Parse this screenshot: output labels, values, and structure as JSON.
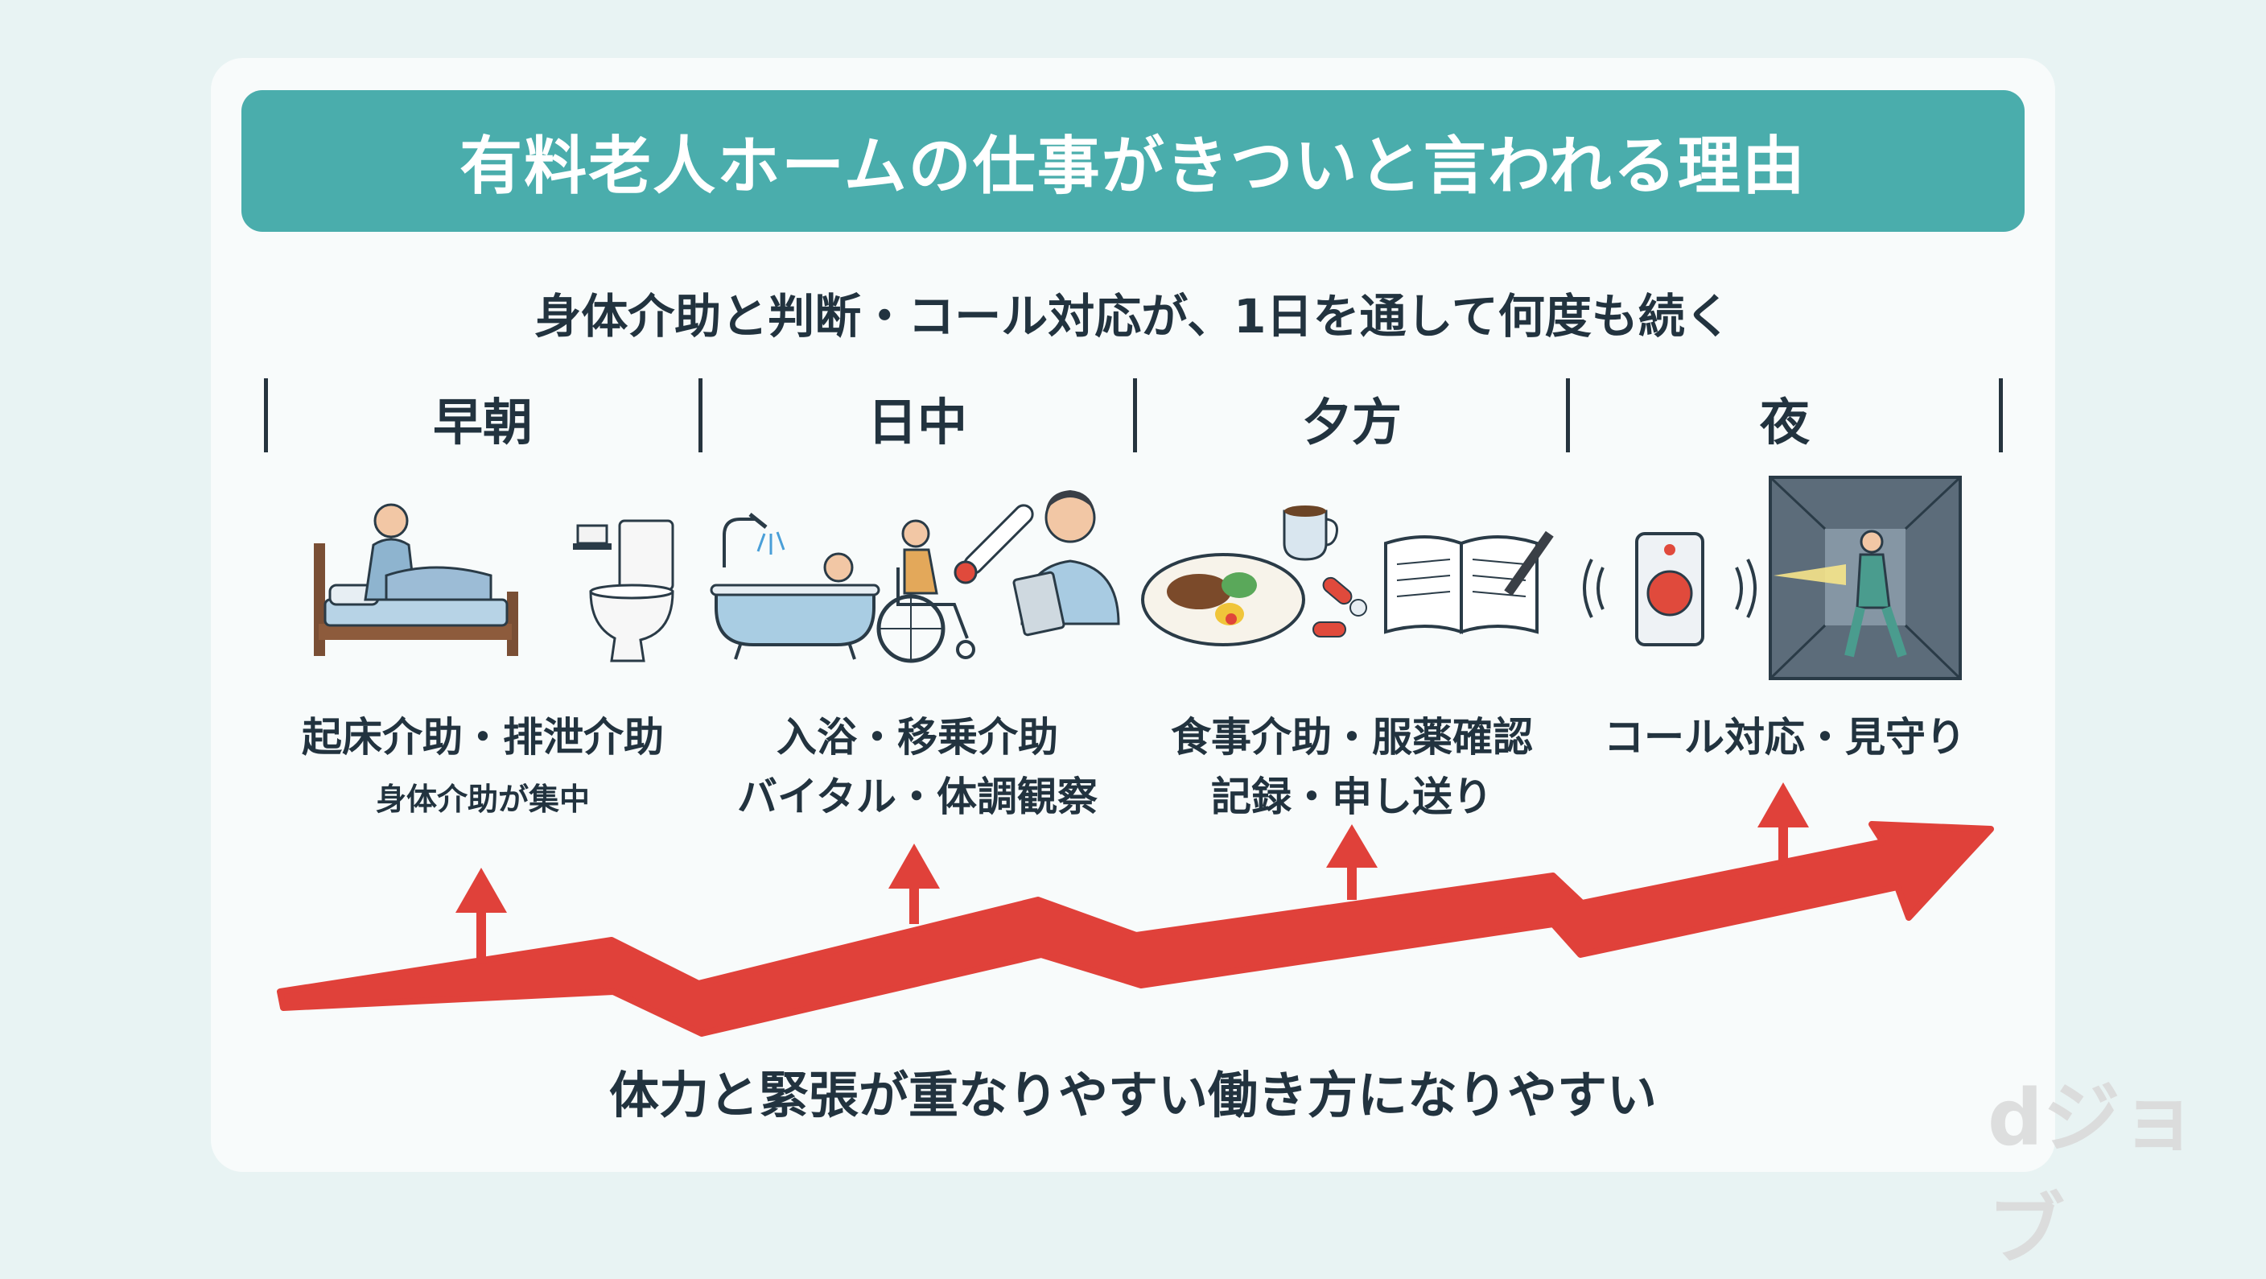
{
  "title": "有料老人ホームの仕事がきついと言われる理由",
  "subtitle": "身体介助と判断・コール対応が、1日を通して何度も続く",
  "columns": [
    {
      "label": "早朝",
      "line1": "起床介助・排泄介助",
      "line2": "身体介助が集中"
    },
    {
      "label": "日中",
      "line1": "入浴・移乗介助",
      "line2": "バイタル・体調観察"
    },
    {
      "label": "夕方",
      "line1": "食事介助・服薬確認",
      "line2": "記録・申し送り"
    },
    {
      "label": "夜",
      "line1": "コール対応・見守り",
      "line2": ""
    }
  ],
  "conclusion": "体力と緊張が重なりやすい働き方になりやすい",
  "watermark": "dジョブ",
  "colors": {
    "header": "#4aadac",
    "arrow": "#e0413a",
    "text": "#22333f"
  },
  "icons": [
    "bed-icon",
    "toilet-icon",
    "bathtub-icon",
    "wheelchair-icon",
    "thermometer-icon",
    "caregiver-icon",
    "meal-plate-icon",
    "coffee-cup-icon",
    "pill-icon",
    "notebook-icon",
    "pen-icon",
    "call-button-icon",
    "night-patrol-icon"
  ]
}
